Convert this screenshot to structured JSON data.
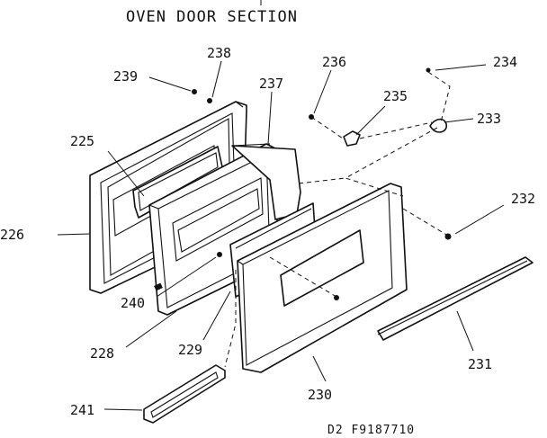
{
  "title": "OVEN DOOR SECTION",
  "drawing_code": "D2 F9187710",
  "callouts": {
    "p225": "225",
    "p226": "226",
    "p228": "228",
    "p229": "229",
    "p230": "230",
    "p231": "231",
    "p232": "232",
    "p233": "233",
    "p234": "234",
    "p235": "235",
    "p236": "236",
    "p237": "237",
    "p238": "238",
    "p239": "239",
    "p240": "240",
    "p241": "241"
  }
}
